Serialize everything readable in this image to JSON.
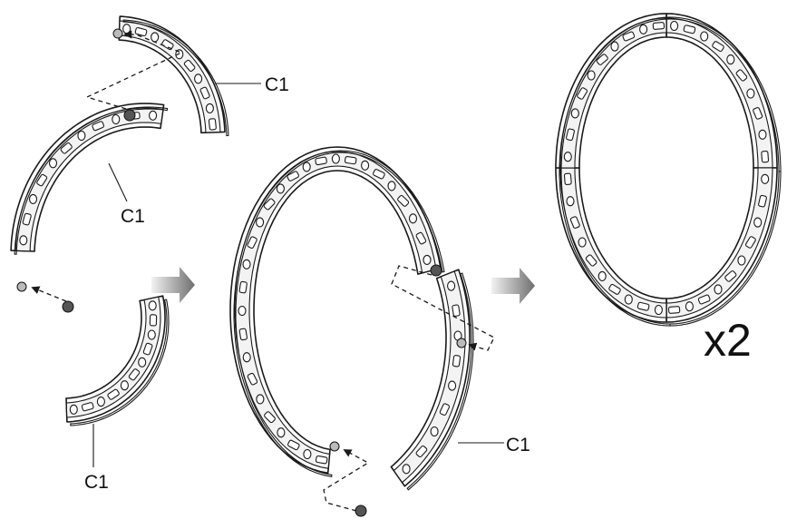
{
  "labels": {
    "part_top": "C1",
    "part_middle": "C1",
    "part_bottom": "C1",
    "part_step2": "C1"
  },
  "multiplier": "x2",
  "colors": {
    "line": "#1a1a1a",
    "arrow_light": "#f2f2f2",
    "arrow_dark": "#6e6e6e"
  }
}
